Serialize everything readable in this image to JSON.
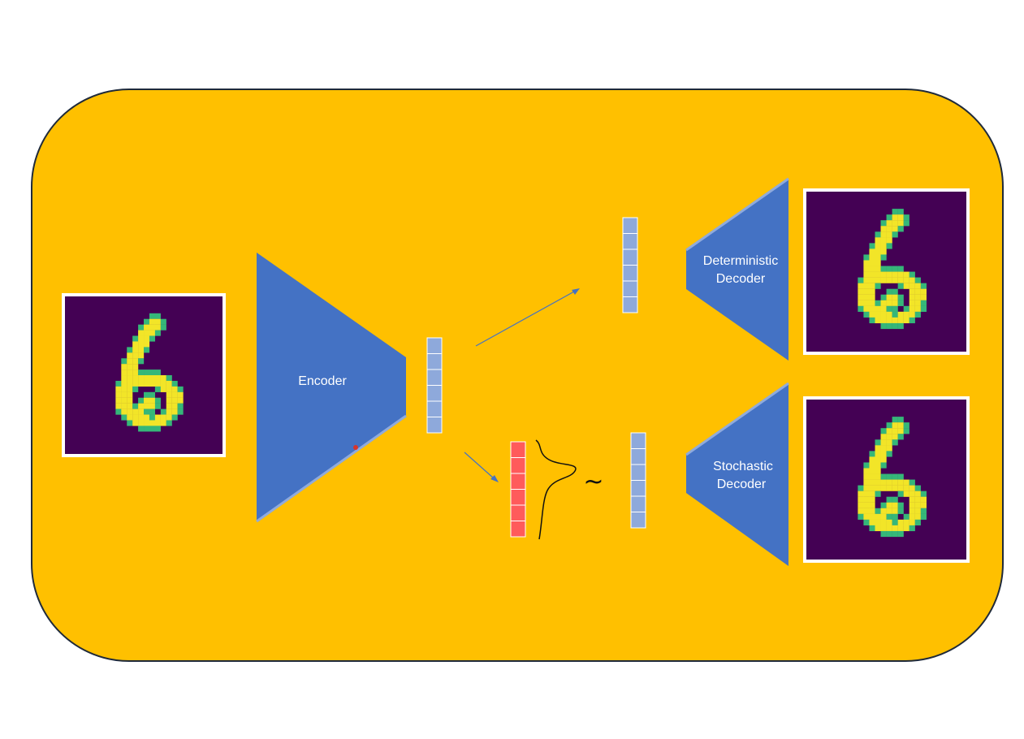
{
  "diagram": {
    "colors": {
      "background": "#ffffff",
      "panel": "#FFC000",
      "panel_border": "#1f2a3a",
      "network": "#4472C4",
      "network_edge": "#8FAADC",
      "latent_cell": "#8EA9DB",
      "sampled_cell": "#FF5B5B",
      "digit_bg": "#440154",
      "digit_fg": "#F2E528",
      "digit_mid": "#35B779",
      "frame": "#ffffff"
    },
    "encoder": {
      "label": "Encoder"
    },
    "deterministic_decoder": {
      "label_line1": "Deterministic",
      "label_line2": "Decoder"
    },
    "stochastic_decoder": {
      "label_line1": "Stochastic",
      "label_line2": "Decoder"
    },
    "sampling_symbol": "~",
    "latent_cells": 6,
    "images": [
      {
        "name": "input-digit",
        "digit": "6"
      },
      {
        "name": "deterministic-output-digit",
        "digit": "6"
      },
      {
        "name": "stochastic-output-digit",
        "digit": "6"
      }
    ]
  }
}
